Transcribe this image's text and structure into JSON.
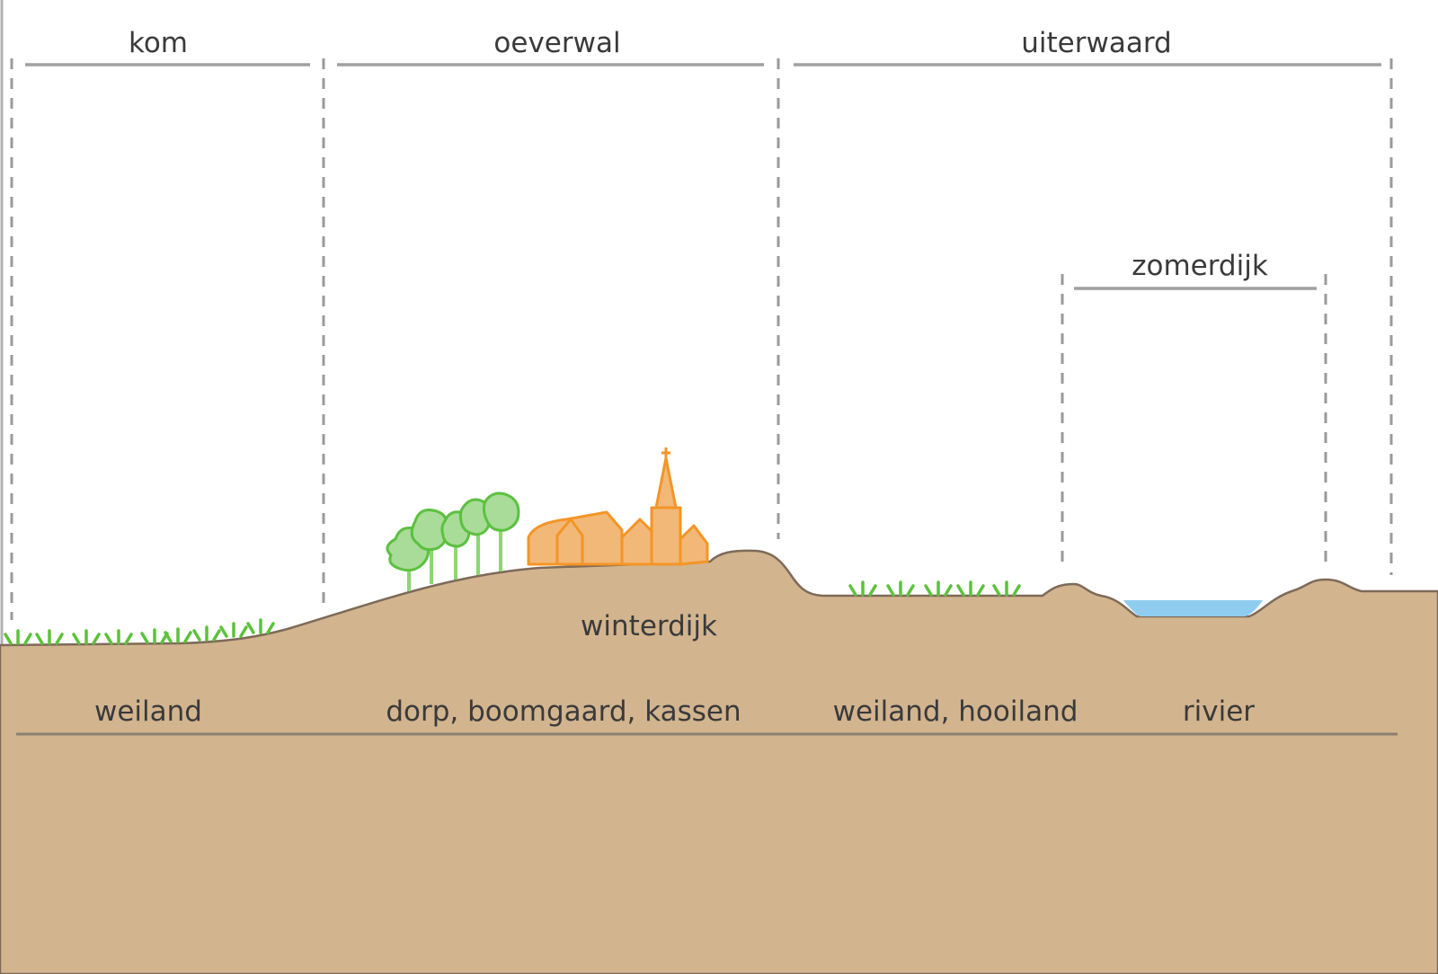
{
  "zones": {
    "kom": "kom",
    "oeverwal": "oeverwal",
    "uiterwaard": "uiterwaard",
    "zomerdijk": "zomerdijk"
  },
  "features": {
    "winterdijk": "winterdijk"
  },
  "land_use": {
    "kom": "weiland",
    "oeverwal": "dorp, boomgaard, kassen",
    "uiterwaard": "weiland, hooiland",
    "river": "rivier"
  },
  "colors": {
    "ground": "#d2b48f",
    "water": "#8fcdf0",
    "trees": "#5cc040",
    "village": "#f39526"
  }
}
